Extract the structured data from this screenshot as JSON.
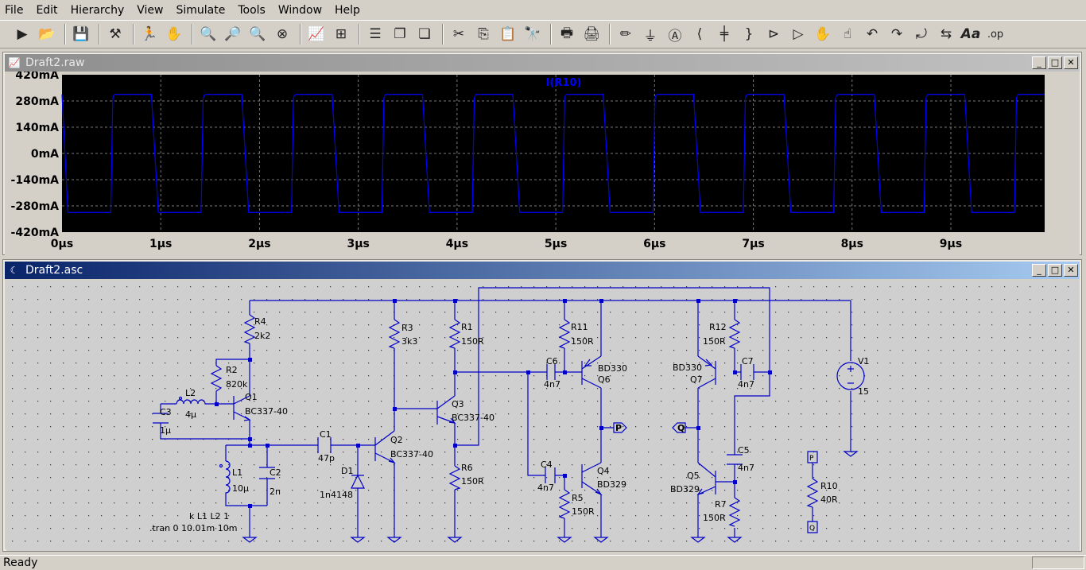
{
  "menu": [
    "File",
    "Edit",
    "Hierarchy",
    "View",
    "Simulate",
    "Tools",
    "Window",
    "Help"
  ],
  "toolbar_icons": [
    "run-icon",
    "open-folder-icon",
    "save-icon",
    "control-panel-icon",
    "pause-run-icon",
    "halt-icon",
    "zoom-in-icon",
    "zoom-pan-icon",
    "zoom-out-icon",
    "zoom-fit-icon",
    "autorange-icon",
    "grid-icon",
    "tile-horizontal-icon",
    "cascade-icon",
    "tile-vertical-icon",
    "cut-icon",
    "copy-icon",
    "paste-icon",
    "find-icon",
    "print-setup-icon",
    "print-icon",
    "draw-wire-icon",
    "ground-icon",
    "label-net-icon",
    "resistor-icon",
    "capacitor-icon",
    "inductor-icon",
    "diode-icon",
    "component-icon",
    "move-icon",
    "drag-icon",
    "undo-icon",
    "redo-icon",
    "rotate-icon",
    "mirror-icon",
    "text-icon",
    "spice-directive-icon"
  ],
  "toolbar_text": {
    "text": "Aa",
    "spice": ".op"
  },
  "waveform_window": {
    "title": "Draft2.raw",
    "trace_label": "I(R10)",
    "trace_color": "#0000ff"
  },
  "schematic_window": {
    "title": "Draft2.asc"
  },
  "chart_data": {
    "type": "line",
    "series": [
      {
        "name": "I(R10)",
        "period_us": 0.915,
        "high_mA": 315,
        "low_mA": -315,
        "start_us": 0
      }
    ],
    "x_ticks": [
      "0µs",
      "1µs",
      "2µs",
      "3µs",
      "4µs",
      "5µs",
      "6µs",
      "7µs",
      "8µs",
      "9µs"
    ],
    "y_ticks": [
      "420mA",
      "280mA",
      "140mA",
      "0mA",
      "-140mA",
      "-280mA",
      "-420mA"
    ],
    "xlim": [
      0,
      9.95
    ],
    "ylim": [
      -420,
      420
    ],
    "grid": true
  },
  "schematic": {
    "labels": {
      "R4": "R4",
      "R4v": "2k2",
      "R2": "R2",
      "R2v": "820k",
      "Q1": "Q1",
      "Q1v": "BC337-40",
      "L2": "L2",
      "L2v": "4µ",
      "C3": "C3",
      "C3v": "1µ",
      "L1": "L1",
      "L1v": "10µ",
      "C2": "C2",
      "C2v": "2n",
      "C1": "C1",
      "C1v": "47p",
      "D1": "D1",
      "D1v": "1n4148",
      "Q2": "Q2",
      "Q2v": "BC337-40",
      "R3": "R3",
      "R3v": "3k3",
      "R1": "R1",
      "R1v": "150R",
      "Q3": "Q3",
      "Q3v": "BC337-40",
      "R6": "R6",
      "R6v": "150R",
      "C6": "C6",
      "C6v": "4n7",
      "R11": "R11",
      "R11v": "150R",
      "Q6v": "BD330",
      "Q6": "Q6",
      "C4": "C4",
      "C4v": "4n7",
      "R5": "R5",
      "R5v": "150R",
      "Q4": "Q4",
      "Q4v": "BD329",
      "netP": "P",
      "netQ": "Q",
      "R12": "R12",
      "R12v": "150R",
      "Q7v": "BD330",
      "Q7": "Q7",
      "C7": "C7",
      "C7v": "4n7",
      "C5": "C5",
      "C5v": "4n7",
      "Q5": "Q5",
      "Q5v": "BD329",
      "R7": "R7",
      "R7v": "150R",
      "V1": "V1",
      "V1v": "15",
      "R10": "R10",
      "R10v": "40R",
      "netP2": "P",
      "netQ2": "Q",
      "kdir": "k L1 L2 1",
      "tran": ".tran 0 10.01m 10m"
    }
  },
  "status": {
    "text": "Ready"
  }
}
